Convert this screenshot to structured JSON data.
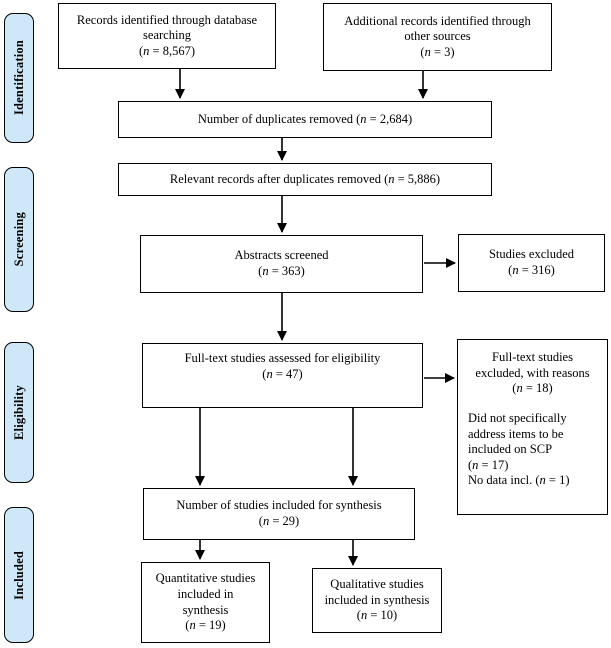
{
  "diagram": {
    "type": "prisma-flow-diagram",
    "colors": {
      "stage_fill": "#cfe8f9",
      "box_fill": "#ffffff",
      "line": "#000000"
    },
    "stages": [
      {
        "label": "Identification"
      },
      {
        "label": "Screening"
      },
      {
        "label": "Eligibility"
      },
      {
        "label": "Included"
      }
    ],
    "boxes": {
      "records_database": "Records identified through database\nsearching\n(n = 8,567)",
      "records_other": "Additional records identified through\nother sources\n(n = 3)",
      "duplicates_removed": "Number of duplicates removed (n = 2,684)",
      "after_duplicates": "Relevant records after duplicates removed (n = 5,886)",
      "abstracts_screened": "Abstracts screened\n(n = 363)",
      "studies_excluded": "Studies excluded\n(n = 316)",
      "fulltext_assessed": "Full-text studies assessed for eligibility\n(n = 47)",
      "fulltext_excluded_header": "Full-text studies\nexcluded, with reasons\n(n = 18)",
      "fulltext_excluded_reasons": "Did not specifically\naddress items to be\nincluded on SCP\n(n = 17)\nNo data incl. (n = 1)",
      "included_synthesis": "Number of studies included for synthesis\n(n = 29)",
      "quantitative_studies": "Quantitative studies\nincluded in\nsynthesis\n(n = 19)",
      "qualitative_studies": "Qualitative studies\nincluded in synthesis\n(n = 10)"
    }
  }
}
